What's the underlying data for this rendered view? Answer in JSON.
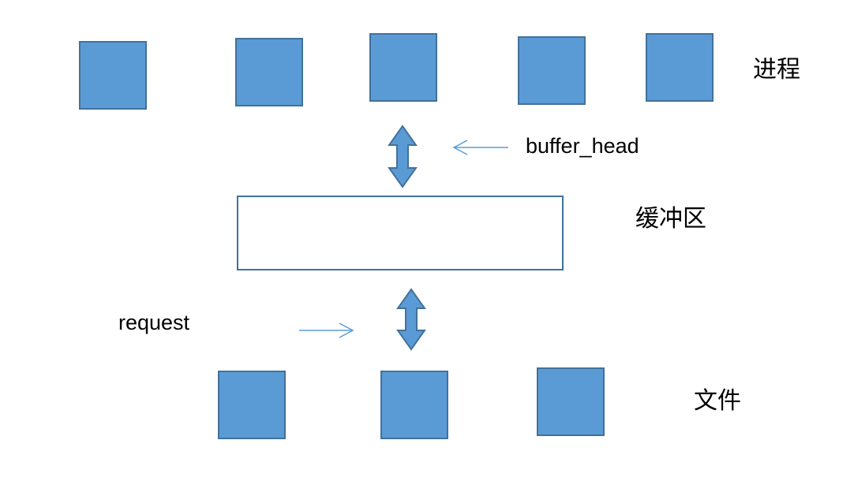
{
  "labels": {
    "process": "进程",
    "buffer_head": "buffer_head",
    "buffer": "缓冲区",
    "request": "request",
    "file": "文件"
  },
  "colors": {
    "box_fill": "#5b9bd5",
    "box_stroke": "#41719c",
    "buffer_stroke": "#41719c",
    "thin_arrow": "#5b9bd5",
    "text": "#000000",
    "background": "#ffffff"
  },
  "icons": {
    "double_arrow": "vertical-double-arrow",
    "pointer_arrow": "thin-arrow"
  }
}
